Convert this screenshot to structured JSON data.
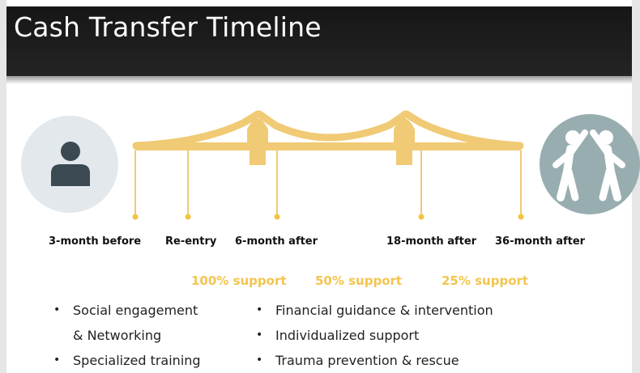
{
  "slide": {
    "title": "Cash Transfer Timeline"
  },
  "timeline": {
    "milestones": [
      {
        "label": "3-month before"
      },
      {
        "label": "Re-entry"
      },
      {
        "label": "6-month after"
      },
      {
        "label": "18-month after"
      },
      {
        "label": "36-month after"
      }
    ],
    "support_levels": [
      {
        "label": "100% support"
      },
      {
        "label": "50% support"
      },
      {
        "label": "25% support"
      }
    ]
  },
  "icons": {
    "left": "person-icon",
    "right": "people-high-five-icon"
  },
  "lists": {
    "left": [
      {
        "bullet": "•",
        "text": "Social engagement"
      },
      {
        "bullet": "",
        "text": "& Networking"
      },
      {
        "bullet": "•",
        "text": "Specialized training"
      }
    ],
    "right": [
      {
        "bullet": "•",
        "text": "Financial guidance & intervention"
      },
      {
        "bullet": "•",
        "text": "Individualized support"
      },
      {
        "bullet": "•",
        "text": "Trauma prevention & rescue"
      }
    ]
  },
  "colors": {
    "header_bg": "#1c1c1c",
    "bridge": "#f0ca74",
    "support_text": "#f3c54f",
    "left_circle": "#e3e8ec",
    "right_circle": "#98adb0",
    "person_icon": "#3b4a52"
  }
}
